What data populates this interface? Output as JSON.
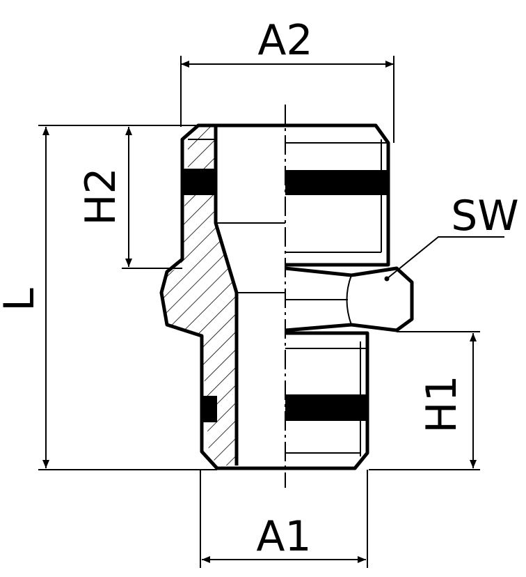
{
  "labels": {
    "a2": "A2",
    "h2": "H2",
    "l": "L",
    "sw": "SW",
    "h1": "H1",
    "a1": "A1"
  },
  "colors": {
    "line": "#000000",
    "background": "#ffffff"
  }
}
